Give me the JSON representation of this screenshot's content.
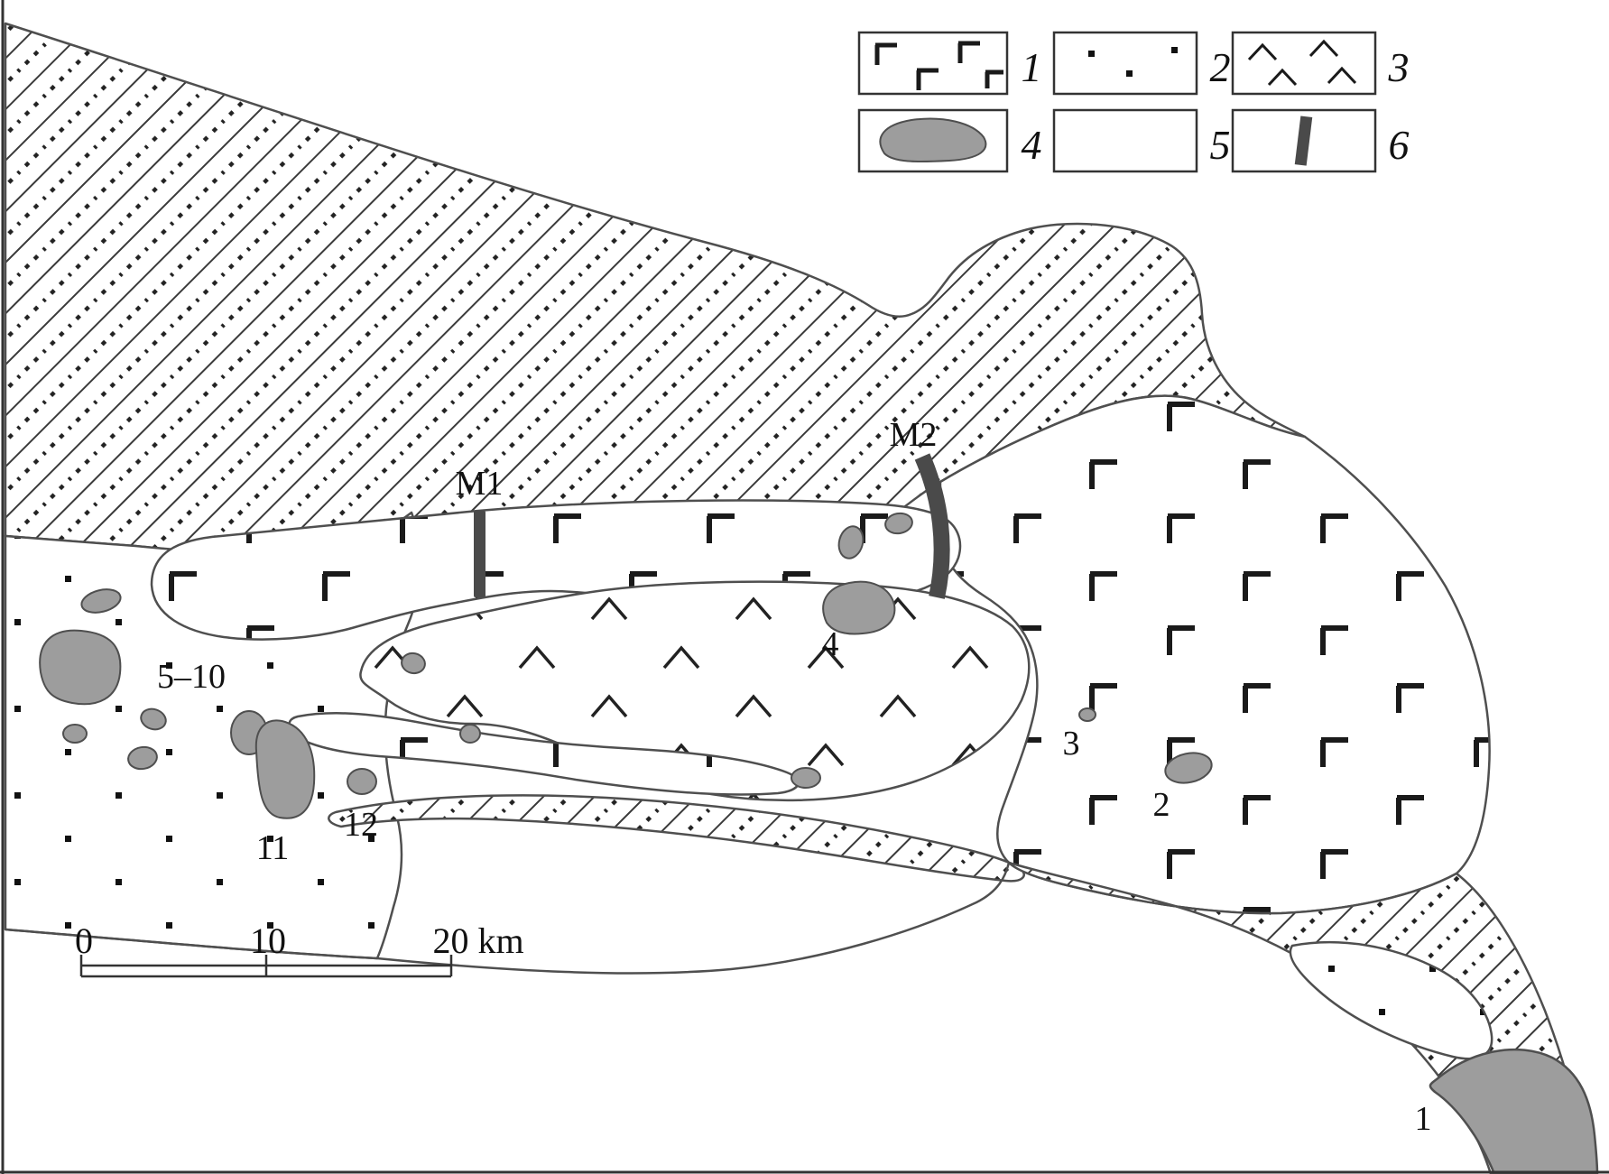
{
  "figure": {
    "description": "Schematic geological sketch map with six-item legend, dike labels M1 and M2, numbered sample sites, and a kilometre scale bar"
  },
  "legend": {
    "items": [
      {
        "label": "1",
        "symbol": "bracket-pattern"
      },
      {
        "label": "2",
        "symbol": "dot-pattern"
      },
      {
        "label": "3",
        "symbol": "chevron-pattern"
      },
      {
        "label": "4",
        "symbol": "gray-body"
      },
      {
        "label": "5",
        "symbol": "diagonal-hatch"
      },
      {
        "label": "6",
        "symbol": "dike-bar"
      }
    ]
  },
  "map_labels": {
    "m1": "M1",
    "m2": "M2",
    "site_1": "1",
    "site_2": "2",
    "site_3": "3",
    "site_4": "4",
    "site_5_10": "5–10",
    "site_11": "11",
    "site_12": "12"
  },
  "scale_bar": {
    "start": "0",
    "middle": "10",
    "end": "20 km"
  },
  "colors": {
    "gray_body": "#9d9d9d",
    "dike": "#4a4a4a",
    "outline": "#4f4f4f",
    "background": "#ffffff"
  }
}
